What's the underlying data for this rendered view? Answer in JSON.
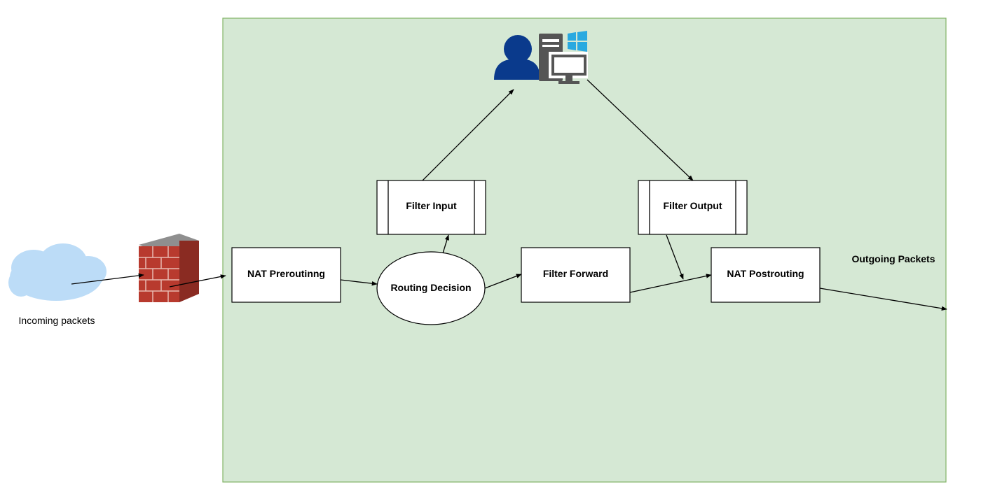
{
  "diagram": {
    "colors": {
      "zone_fill": "#d5e8d4",
      "zone_stroke": "#82b366",
      "user_icon": "#0a3a8c",
      "computer_icon": "#555555",
      "windows_logo": "#29a9e0",
      "cloud": "#bcdcf7",
      "firewall_brick": "#b83a2e",
      "firewall_top": "#8f8f8f"
    },
    "external": {
      "incoming_label": "Incoming packets",
      "outgoing_label": "Outgoing Packets"
    },
    "icons": {
      "cloud": "cloud-icon",
      "firewall": "firewall-icon",
      "user": "user-icon",
      "computer": "windows-computer-icon"
    },
    "nodes": {
      "nat_prerouting": "NAT Preroutinng",
      "routing_decision": "Routing Decision",
      "filter_input": "Filter Input",
      "filter_forward": "Filter Forward",
      "filter_output": "Filter Output",
      "nat_postrouting": "NAT Postrouting"
    }
  }
}
